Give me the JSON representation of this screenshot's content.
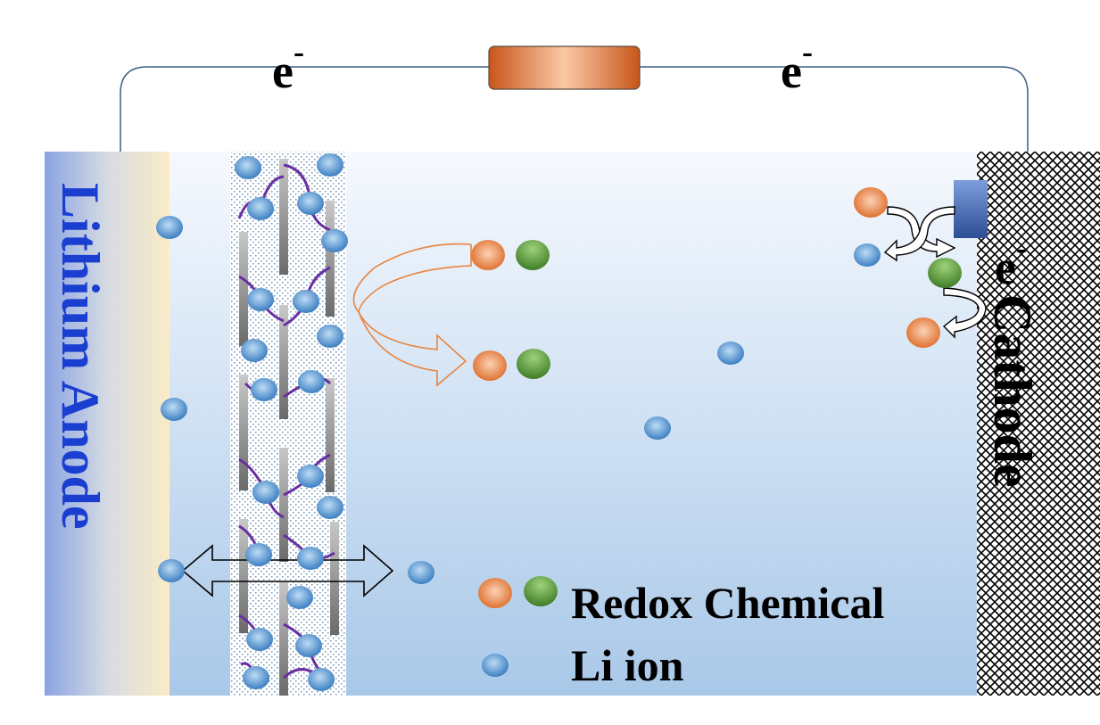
{
  "diagram": {
    "electron_symbol": "e",
    "electron_charge": "-",
    "anode_label": "Lithium Anode",
    "cathode_label": "Cathode",
    "legend": {
      "redox_label": "Redox Chemical",
      "li_label": "Li ion"
    },
    "colors": {
      "li_ion": "#4f8fcf",
      "redox_oxidized": "#e8773a",
      "redox_reduced": "#5fa33e",
      "anode_text": "#1a3fd0",
      "binder": "#6a2ea0",
      "arrow": "#e8843f"
    }
  }
}
